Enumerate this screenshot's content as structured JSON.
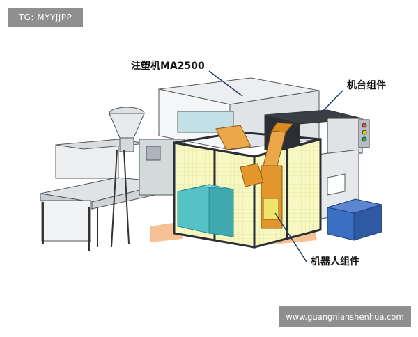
{
  "watermark": {
    "text": "TG: MYYJJPP"
  },
  "labels": {
    "injection_machine": "注塑机MA2500",
    "machine_base": "机台组件",
    "robot": "机器人组件"
  },
  "footer": {
    "url": "www.guangnianshenhua.com"
  },
  "colors": {
    "label_bg": "#8f8f8f",
    "frame": "#2b2f35",
    "mesh": "#f2f4a0",
    "robot": "#e3962c",
    "tank": "#3b6fc2",
    "teal_box": "#56c2c8",
    "floor_orange": "#f3b27a"
  }
}
